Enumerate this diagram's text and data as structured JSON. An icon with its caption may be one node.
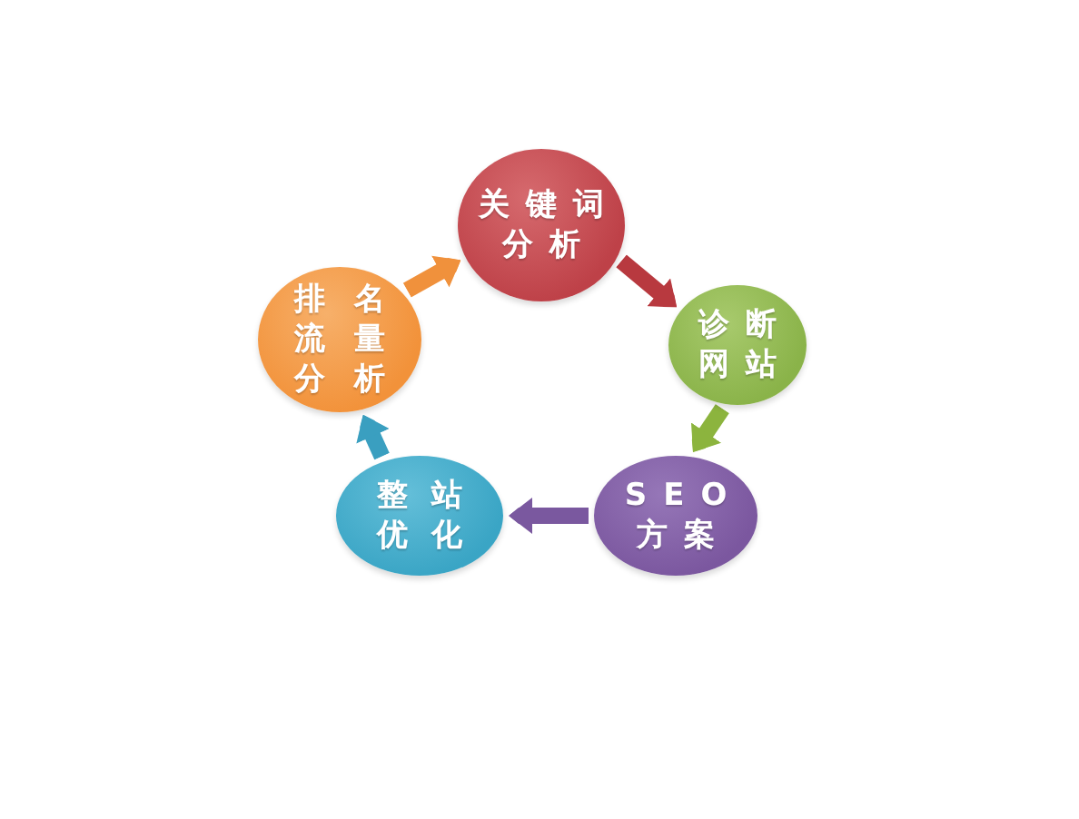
{
  "diagram": {
    "nodes": [
      {
        "text": [
          "关键词分析"
        ]
      },
      {
        "text": [
          "诊断网站"
        ]
      },
      {
        "text": [
          "SEO方案"
        ]
      },
      {
        "text": [
          "整站优化"
        ]
      },
      {
        "text": [
          "排名流量分析"
        ]
      }
    ],
    "edges": [
      {
        "from": 4,
        "to": 0,
        "arrow": "to",
        "color": "#f0913c"
      },
      {
        "from": 0,
        "to": 1,
        "arrow": "to",
        "color": "#b8393f"
      },
      {
        "from": 1,
        "to": 2,
        "arrow": "to",
        "color": "#8cb43e"
      },
      {
        "from": 2,
        "to": 3,
        "arrow": "to",
        "color": "#7a589f"
      },
      {
        "from": 3,
        "to": 4,
        "arrow": "to",
        "color": "#3a9fc0"
      }
    ]
  }
}
